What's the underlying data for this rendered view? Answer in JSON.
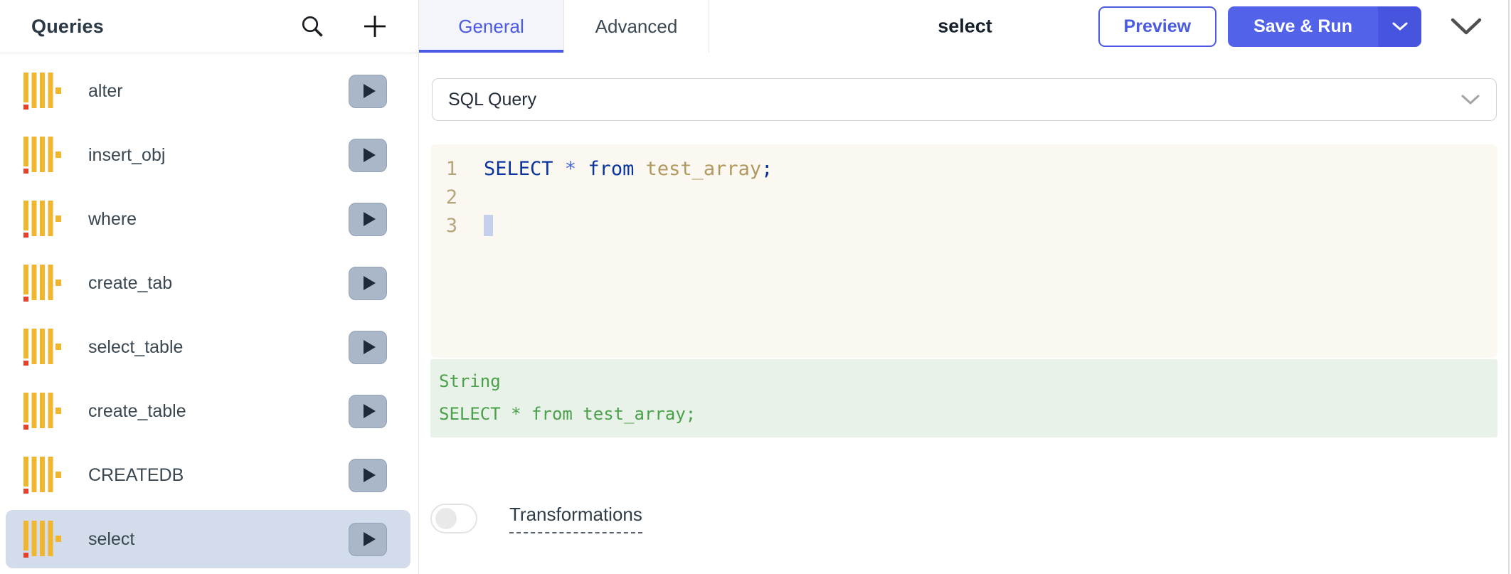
{
  "colors": {
    "primary": "#4b5ae2",
    "sidebar-selected": "#d2dcea",
    "editor-bg": "#faf8f1",
    "line-number": "#b5a67c",
    "code-keyword": "#0a35a0",
    "code-operator": "#4a68dd",
    "code-variable": "#b2985f",
    "eval-bg": "#e8f2e8",
    "eval-text": "#4aa14a",
    "icon-yellow": "#f0b62f",
    "icon-red": "#e8402a",
    "run-button-bg": "#a9b7c8",
    "save-run-bg": "#5263e9",
    "save-run-caret-bg": "#4754de"
  },
  "sidebar": {
    "title": "Queries",
    "items": [
      {
        "label": "alter",
        "selected": false
      },
      {
        "label": "insert_obj",
        "selected": false
      },
      {
        "label": "where",
        "selected": false
      },
      {
        "label": "create_tab",
        "selected": false
      },
      {
        "label": "select_table",
        "selected": false
      },
      {
        "label": "create_table",
        "selected": false
      },
      {
        "label": "CREATEDB",
        "selected": false
      },
      {
        "label": "select",
        "selected": true
      }
    ]
  },
  "header": {
    "tabs": [
      {
        "label": "General",
        "active": true
      },
      {
        "label": "Advanced",
        "active": false
      }
    ],
    "title": "select",
    "preview_label": "Preview",
    "save_run_label": "Save & Run"
  },
  "main": {
    "query_type": "SQL Query",
    "editor": {
      "lines": [
        {
          "number": "1",
          "tokens": [
            {
              "text": "SELECT ",
              "type": "keyword"
            },
            {
              "text": "* ",
              "type": "operator"
            },
            {
              "text": "from ",
              "type": "keyword"
            },
            {
              "text": "test_array",
              "type": "variable"
            },
            {
              "text": ";",
              "type": "keyword"
            }
          ]
        },
        {
          "number": "2",
          "tokens": []
        },
        {
          "number": "3",
          "tokens": [],
          "cursor": true
        }
      ]
    },
    "evaluated": {
      "type_label": "String",
      "value": "SELECT * from test_array;"
    },
    "transformations_label": "Transformations"
  }
}
